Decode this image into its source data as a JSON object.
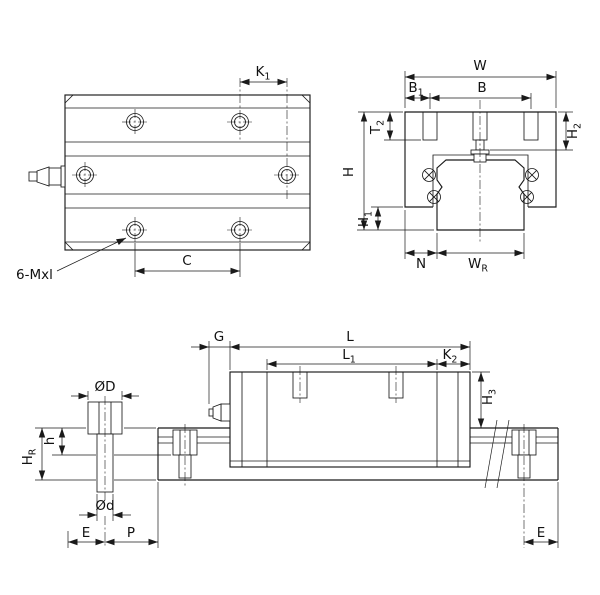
{
  "labels": {
    "k1": {
      "main": "K",
      "sub": "1"
    },
    "c": "C",
    "mxl": "6-Mxl",
    "w": "W",
    "b1": {
      "main": "B",
      "sub": "1"
    },
    "b": "B",
    "t2": {
      "main": "T",
      "sub": "2"
    },
    "h2": {
      "main": "H",
      "sub": "2"
    },
    "h": "H",
    "h1": {
      "main": "H",
      "sub": "1"
    },
    "n": "N",
    "wr": {
      "main": "W",
      "sub": "R"
    },
    "g": "G",
    "l": "L",
    "l1": {
      "main": "L",
      "sub": "1"
    },
    "k2": {
      "main": "K",
      "sub": "2"
    },
    "h3": {
      "main": "H",
      "sub": "3"
    },
    "dia_D": "ØD",
    "h_small": "h",
    "hr": {
      "main": "H",
      "sub": "R"
    },
    "dia_d": "Ød",
    "e_left": "E",
    "p": "P",
    "e_right": "E"
  },
  "colors": {
    "line": "#1a1a1a",
    "background": "#ffffff"
  }
}
